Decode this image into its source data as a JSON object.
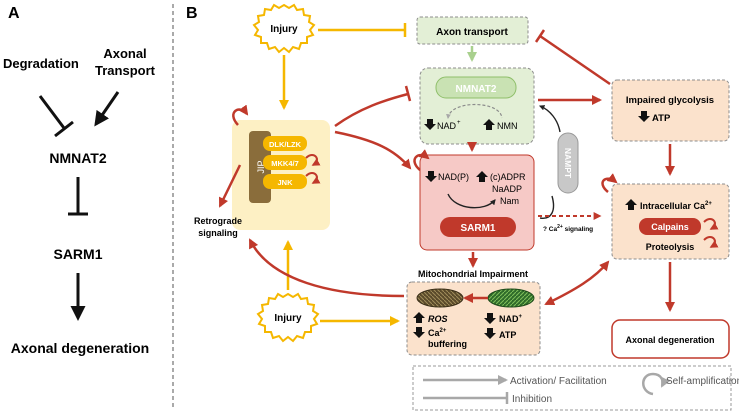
{
  "panel_a": {
    "letter": "A",
    "degradation": "Degradation",
    "axonal_transport_1": "Axonal",
    "axonal_transport_2": "Transport",
    "nmnat2": "NMNAT2",
    "sarm1": "SARM1",
    "axonal_degeneration": "Axonal degeneration"
  },
  "panel_b": {
    "letter": "B",
    "injury_top": "Injury",
    "injury_bottom": "Injury",
    "axon_transport": "Axon transport",
    "nmnat2_box": {
      "title": "NMNAT2",
      "nad_plus": "NAD",
      "nad_sup": "+",
      "nmn": "NMN"
    },
    "impaired_glycolysis": {
      "title": "Impaired glycolysis",
      "atp": "ATP"
    },
    "jip_box": {
      "jip": "JIP",
      "dlk": "DLK/LZK",
      "mkk": "MKK4/7",
      "jnk": "JNK"
    },
    "retrograde_1": "Retrograde",
    "retrograde_2": "signaling",
    "sarm1_box": {
      "nadp": "NAD(P)",
      "cadpr": "(c)ADPR",
      "naadp": "NaADP",
      "nam": "Nam",
      "sarm1": "SARM1"
    },
    "nampt": "NAMPT",
    "ca_signaling": "? Ca",
    "ca_signaling_sup": "2+",
    "ca_signaling_tail": " signaling",
    "calcium_box": {
      "intracellular": "Intracellular  Ca",
      "intracellular_sup": "2+",
      "calpains": "Calpains",
      "proteolysis": "Proteolysis"
    },
    "mito_title": "Mitochondrial Impairment",
    "mito_box": {
      "ros": "ROS",
      "ca": "Ca",
      "ca_sup": "2+",
      "buffering": "buffering",
      "nad": "NAD",
      "nad_sup": "+",
      "atp": "ATP"
    },
    "axonal_degeneration": "Axonal degeneration"
  },
  "legend": {
    "activation": "Activation/ Facilitation",
    "inhibition": "Inhibition",
    "self_amplification": "Self-amplification"
  },
  "colors": {
    "red": "#c0392b",
    "yellow": "#f5b700",
    "green_fill": "#e3efd6",
    "peach_fill": "#fbe2cc",
    "pink_fill": "#f6c9c6",
    "cream_fill": "#fdf0c4",
    "grey": "#a8a8a8"
  }
}
